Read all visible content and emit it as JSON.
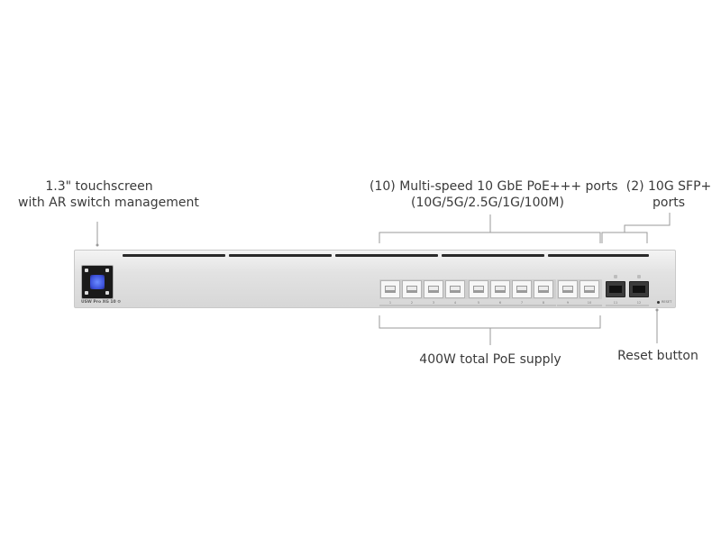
{
  "callouts": {
    "touchscreen": {
      "line1": "1.3\" touchscreen",
      "line2": "with AR switch management"
    },
    "ports": {
      "line1": "(10) Multi-speed 10 GbE PoE+++ ports",
      "line2": "(10G/5G/2.5G/1G/100M)"
    },
    "sfp": {
      "line1": "(2) 10G SFP+",
      "line2": "ports"
    },
    "poe": {
      "text": "400W total PoE supply"
    },
    "reset": {
      "text": "Reset button"
    }
  },
  "device": {
    "model_label": "USW Pro XG 10 ⚙",
    "reset_label": "RESET",
    "rj45_port_labels": [
      "1",
      "2",
      "3",
      "4",
      "5",
      "6",
      "7",
      "8",
      "9",
      "10"
    ],
    "sfp_port_labels": [
      "11",
      "12"
    ]
  }
}
